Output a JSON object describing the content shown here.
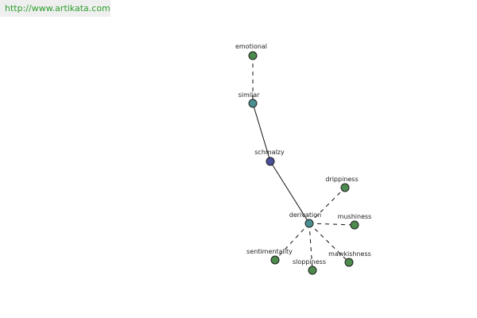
{
  "watermark": {
    "text": "http://www.artikata.com"
  },
  "colors": {
    "leaf": "#4d8a4d",
    "hub": "#4a9090",
    "center": "#4a4f9a",
    "edge": "#111111"
  },
  "graph": {
    "nodes": [
      {
        "id": "emotional",
        "label": "emotional",
        "kind": "leaf"
      },
      {
        "id": "similar",
        "label": "similar",
        "kind": "hub"
      },
      {
        "id": "schmalzy",
        "label": "schmalzy",
        "kind": "center"
      },
      {
        "id": "derivation",
        "label": "derivation",
        "kind": "hub"
      },
      {
        "id": "drippiness",
        "label": "drippiness",
        "kind": "leaf"
      },
      {
        "id": "mushiness",
        "label": "mushiness",
        "kind": "leaf"
      },
      {
        "id": "mawkishness",
        "label": "mawkishness",
        "kind": "leaf"
      },
      {
        "id": "sloppiness",
        "label": "sloppiness",
        "kind": "leaf"
      },
      {
        "id": "sentimentality",
        "label": "sentimentality",
        "kind": "leaf"
      }
    ],
    "edges": [
      {
        "from": "emotional",
        "to": "similar",
        "style": "dashed"
      },
      {
        "from": "similar",
        "to": "schmalzy",
        "style": "solid"
      },
      {
        "from": "schmalzy",
        "to": "derivation",
        "style": "solid"
      },
      {
        "from": "derivation",
        "to": "drippiness",
        "style": "dashed"
      },
      {
        "from": "derivation",
        "to": "mushiness",
        "style": "dashed"
      },
      {
        "from": "derivation",
        "to": "mawkishness",
        "style": "dashed"
      },
      {
        "from": "derivation",
        "to": "sloppiness",
        "style": "dashed"
      },
      {
        "from": "derivation",
        "to": "sentimentality",
        "style": "dashed"
      }
    ]
  }
}
